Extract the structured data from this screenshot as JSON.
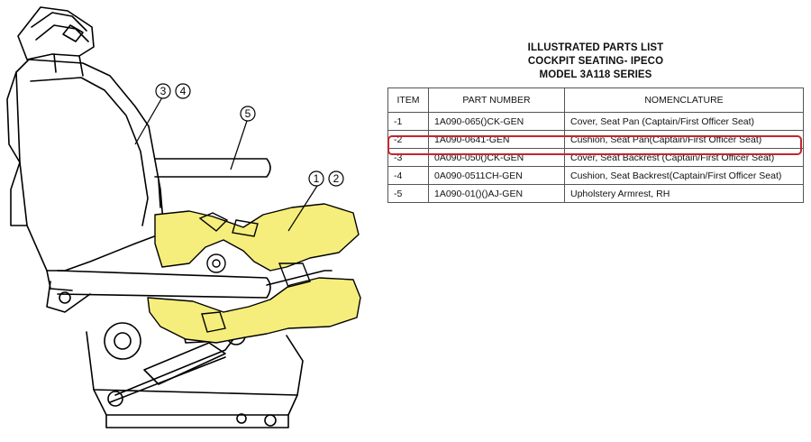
{
  "callouts": [
    "3",
    "4",
    "5",
    "1",
    "2"
  ],
  "highlight_color": "#f5ee7c",
  "selection_color": "#c2262e",
  "parts_list": {
    "title_lines": [
      "ILLUSTRATED PARTS LIST",
      "COCKPIT SEATING- IPECO",
      "MODEL 3A118 SERIES"
    ],
    "columns": [
      "ITEM",
      "PART NUMBER",
      "NOMENCLATURE"
    ],
    "rows": [
      {
        "item": "-1",
        "part": "1A090-065()CK-GEN",
        "name": "Cover, Seat Pan (Captain/First Officer Seat)"
      },
      {
        "item": "-2",
        "part": "1A090-0641-GEN",
        "name": "Cushion, Seat Pan(Captain/First Officer Seat)"
      },
      {
        "item": "-3",
        "part": "0A090-050()CK-GEN",
        "name": "Cover, Seat Backrest (Captain/First Officer Seat)"
      },
      {
        "item": "-4",
        "part": "0A090-0511CH-GEN",
        "name": "Cushion, Seat Backrest(Captain/First Officer Seat)"
      },
      {
        "item": "-5",
        "part": "1A090-01()()AJ-GEN",
        "name": "Upholstery Armrest, RH"
      }
    ],
    "selected_item": "-2"
  }
}
